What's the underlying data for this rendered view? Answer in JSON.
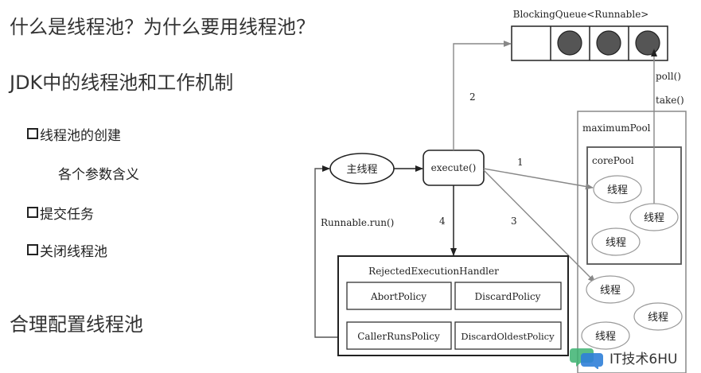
{
  "left_panel": {
    "title1": "什么是线程池？为什么要用线程池？",
    "title2": "JDK中的线程池和工作机制",
    "item_create": "线程池的创建",
    "item_params": "各个参数含义",
    "item_submit": "提交任务",
    "item_close": "关闭线程池",
    "title3": "合理配置线程池"
  },
  "diagram": {
    "queue_label": "BlockingQueue<Runnable>",
    "poll_label": "poll()",
    "take_label": "take()",
    "max_pool_label": "maximumPool",
    "core_pool_label": "corePool",
    "main_thread": "主线程",
    "execute": "execute()",
    "runnable_run": "Runnable.run()",
    "edge_1": "1",
    "edge_2": "2",
    "edge_3": "3",
    "edge_4": "4",
    "thread": "线程",
    "handler_label": "RejectedExecutionHandler",
    "policy_abort": "AbortPolicy",
    "policy_discard": "DiscardPolicy",
    "policy_caller": "CallerRunsPolicy",
    "policy_discard_oldest": "DiscardOldestPolicy"
  },
  "watermark": {
    "text": "IT技术6HU"
  },
  "colors": {
    "dark": "#222222",
    "gray": "#888888",
    "watermark_blue": "#2f7fd8",
    "watermark_green": "#3cb371"
  }
}
